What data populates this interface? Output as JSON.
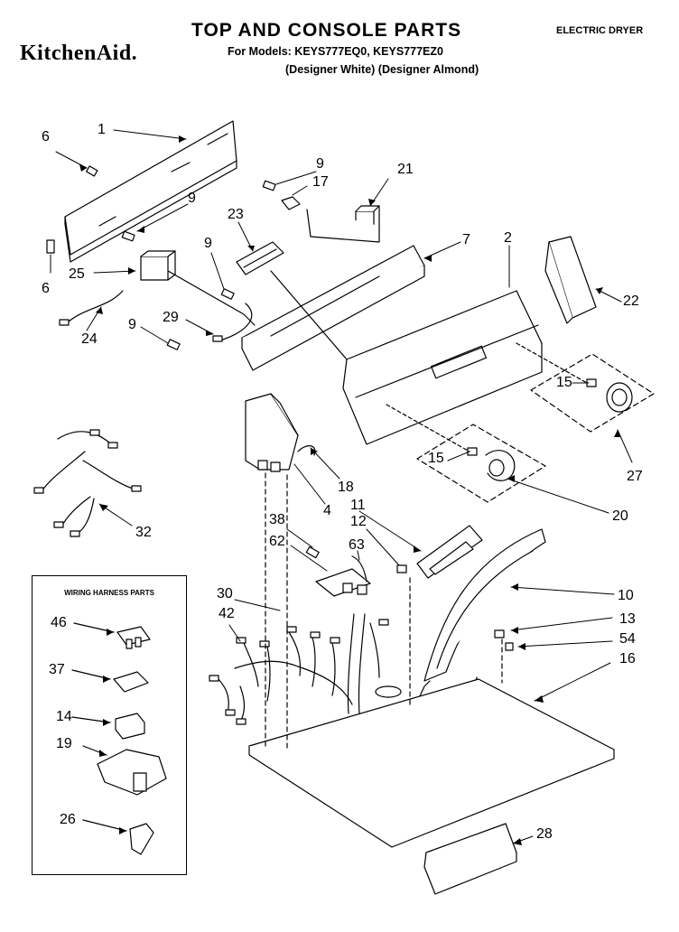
{
  "header": {
    "brand": "KitchenAid.",
    "title": "TOP AND CONSOLE PARTS",
    "dryer_type": "ELECTRIC DRYER",
    "models": "For Models: KEYS777EQ0, KEYS777EZ0",
    "variants": "(Designer White)   (Designer Almond)"
  },
  "harness_box": {
    "title": "WIRING HARNESS PARTS"
  },
  "callouts": [
    {
      "id": "c1",
      "label": "1"
    },
    {
      "id": "c6a",
      "label": "6"
    },
    {
      "id": "c9a",
      "label": "9"
    },
    {
      "id": "c17",
      "label": "17"
    },
    {
      "id": "c21",
      "label": "21"
    },
    {
      "id": "c9b",
      "label": "9"
    },
    {
      "id": "c23",
      "label": "23"
    },
    {
      "id": "c7",
      "label": "7"
    },
    {
      "id": "c2",
      "label": "2"
    },
    {
      "id": "c9c",
      "label": "9"
    },
    {
      "id": "c25",
      "label": "25"
    },
    {
      "id": "c6b",
      "label": "6"
    },
    {
      "id": "c22",
      "label": "22"
    },
    {
      "id": "c24",
      "label": "24"
    },
    {
      "id": "c29",
      "label": "29"
    },
    {
      "id": "c9d",
      "label": "9"
    },
    {
      "id": "c15a",
      "label": "15"
    },
    {
      "id": "c27",
      "label": "27"
    },
    {
      "id": "c15b",
      "label": "15"
    },
    {
      "id": "c18",
      "label": "18"
    },
    {
      "id": "c4",
      "label": "4"
    },
    {
      "id": "c11",
      "label": "11"
    },
    {
      "id": "c20",
      "label": "20"
    },
    {
      "id": "c12",
      "label": "12"
    },
    {
      "id": "c32",
      "label": "32"
    },
    {
      "id": "c38",
      "label": "38"
    },
    {
      "id": "c62",
      "label": "62"
    },
    {
      "id": "c63",
      "label": "63"
    },
    {
      "id": "c30",
      "label": "30"
    },
    {
      "id": "c10",
      "label": "10"
    },
    {
      "id": "c42",
      "label": "42"
    },
    {
      "id": "c13",
      "label": "13"
    },
    {
      "id": "c54",
      "label": "54"
    },
    {
      "id": "c16",
      "label": "16"
    },
    {
      "id": "c46",
      "label": "46"
    },
    {
      "id": "c37",
      "label": "37"
    },
    {
      "id": "c14",
      "label": "14"
    },
    {
      "id": "c19",
      "label": "19"
    },
    {
      "id": "c26",
      "label": "26"
    },
    {
      "id": "c28",
      "label": "28"
    }
  ]
}
